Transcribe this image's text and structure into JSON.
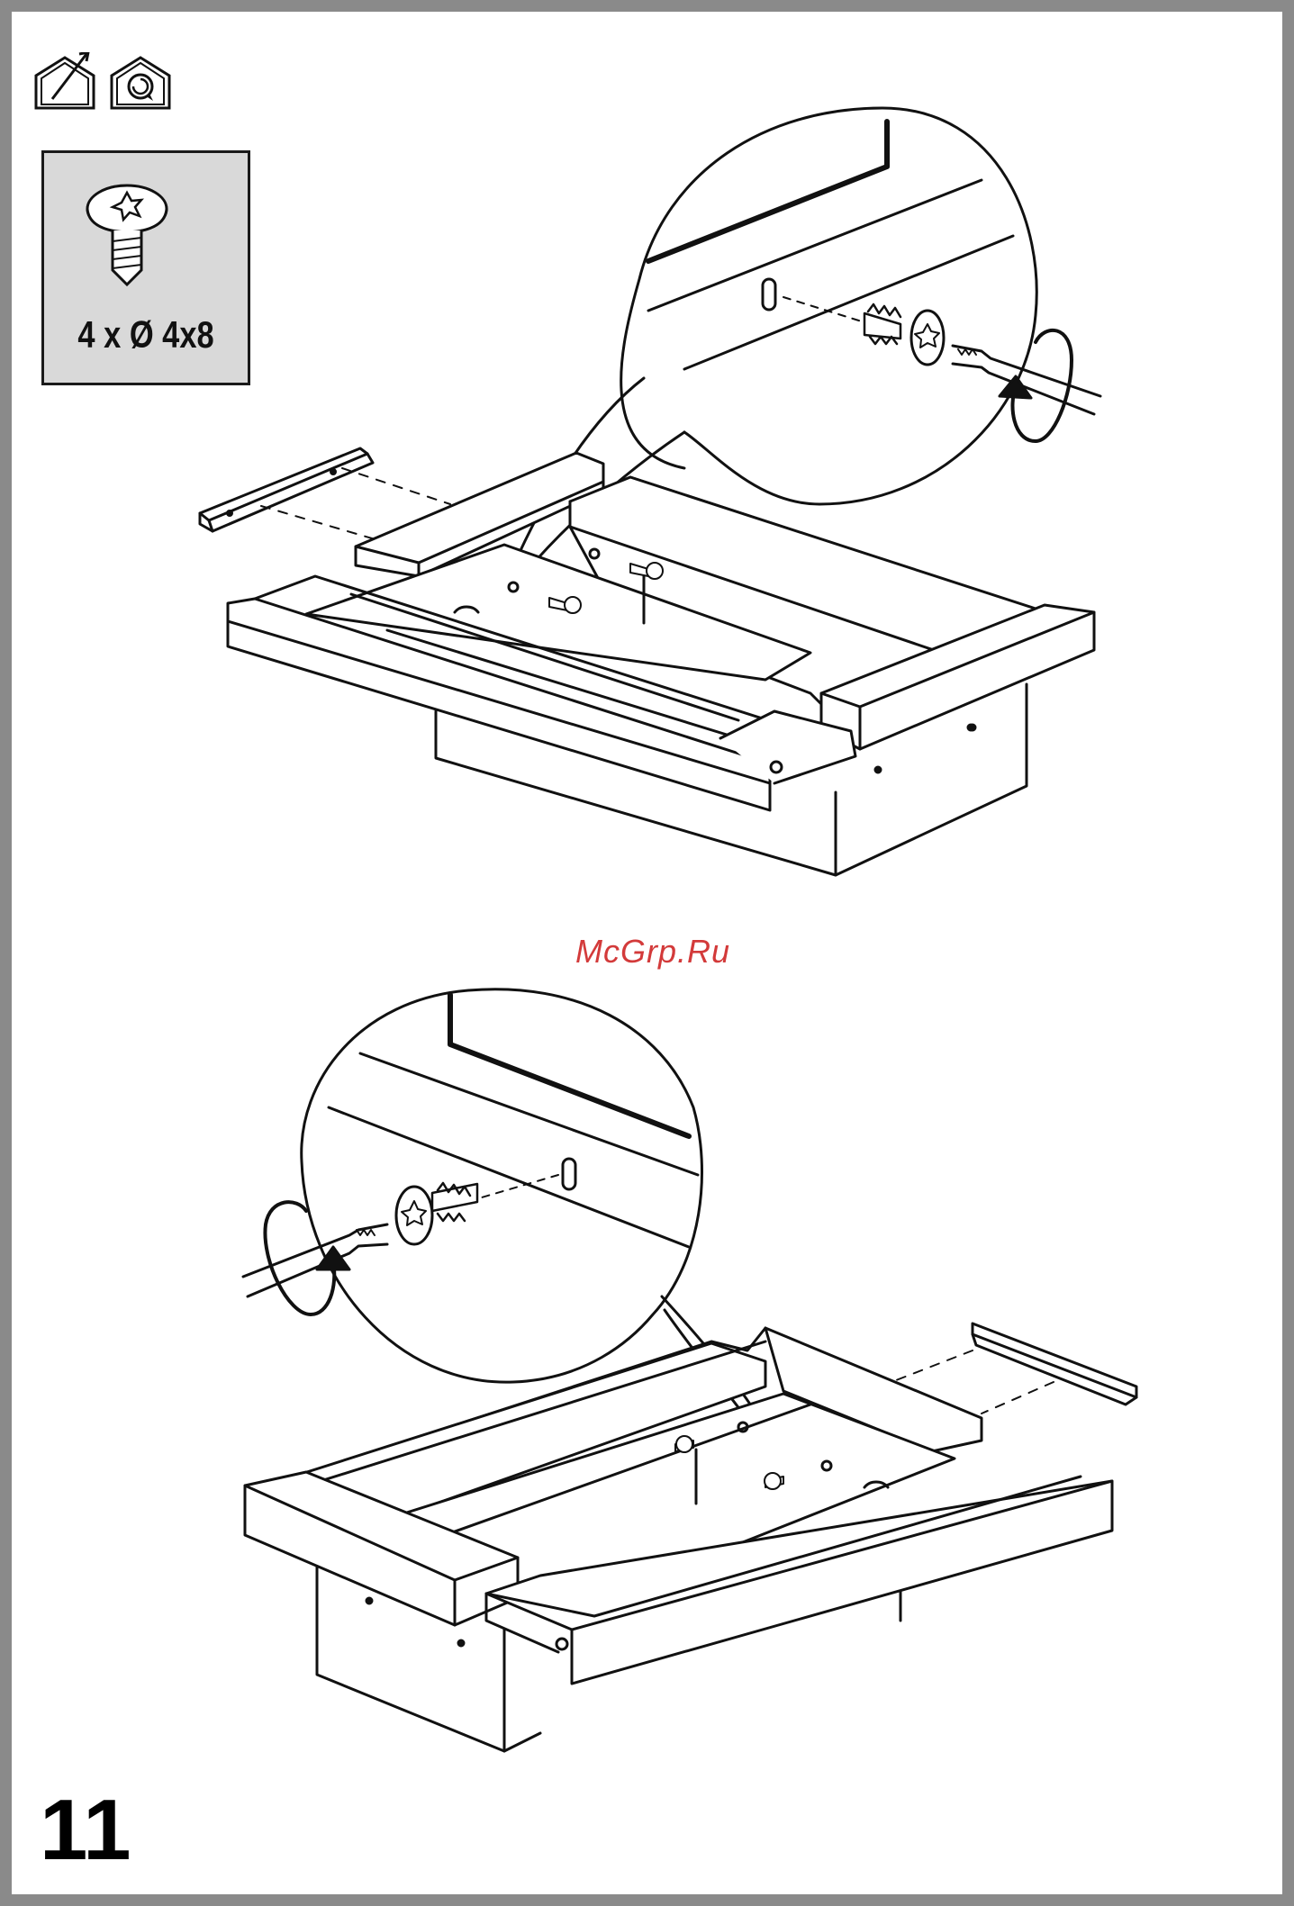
{
  "document": {
    "hardware": {
      "label": "4 x Ø 4x8",
      "icon": "torx-screw-icon"
    },
    "watermark": "McGrp.Ru",
    "step_number": "11"
  }
}
